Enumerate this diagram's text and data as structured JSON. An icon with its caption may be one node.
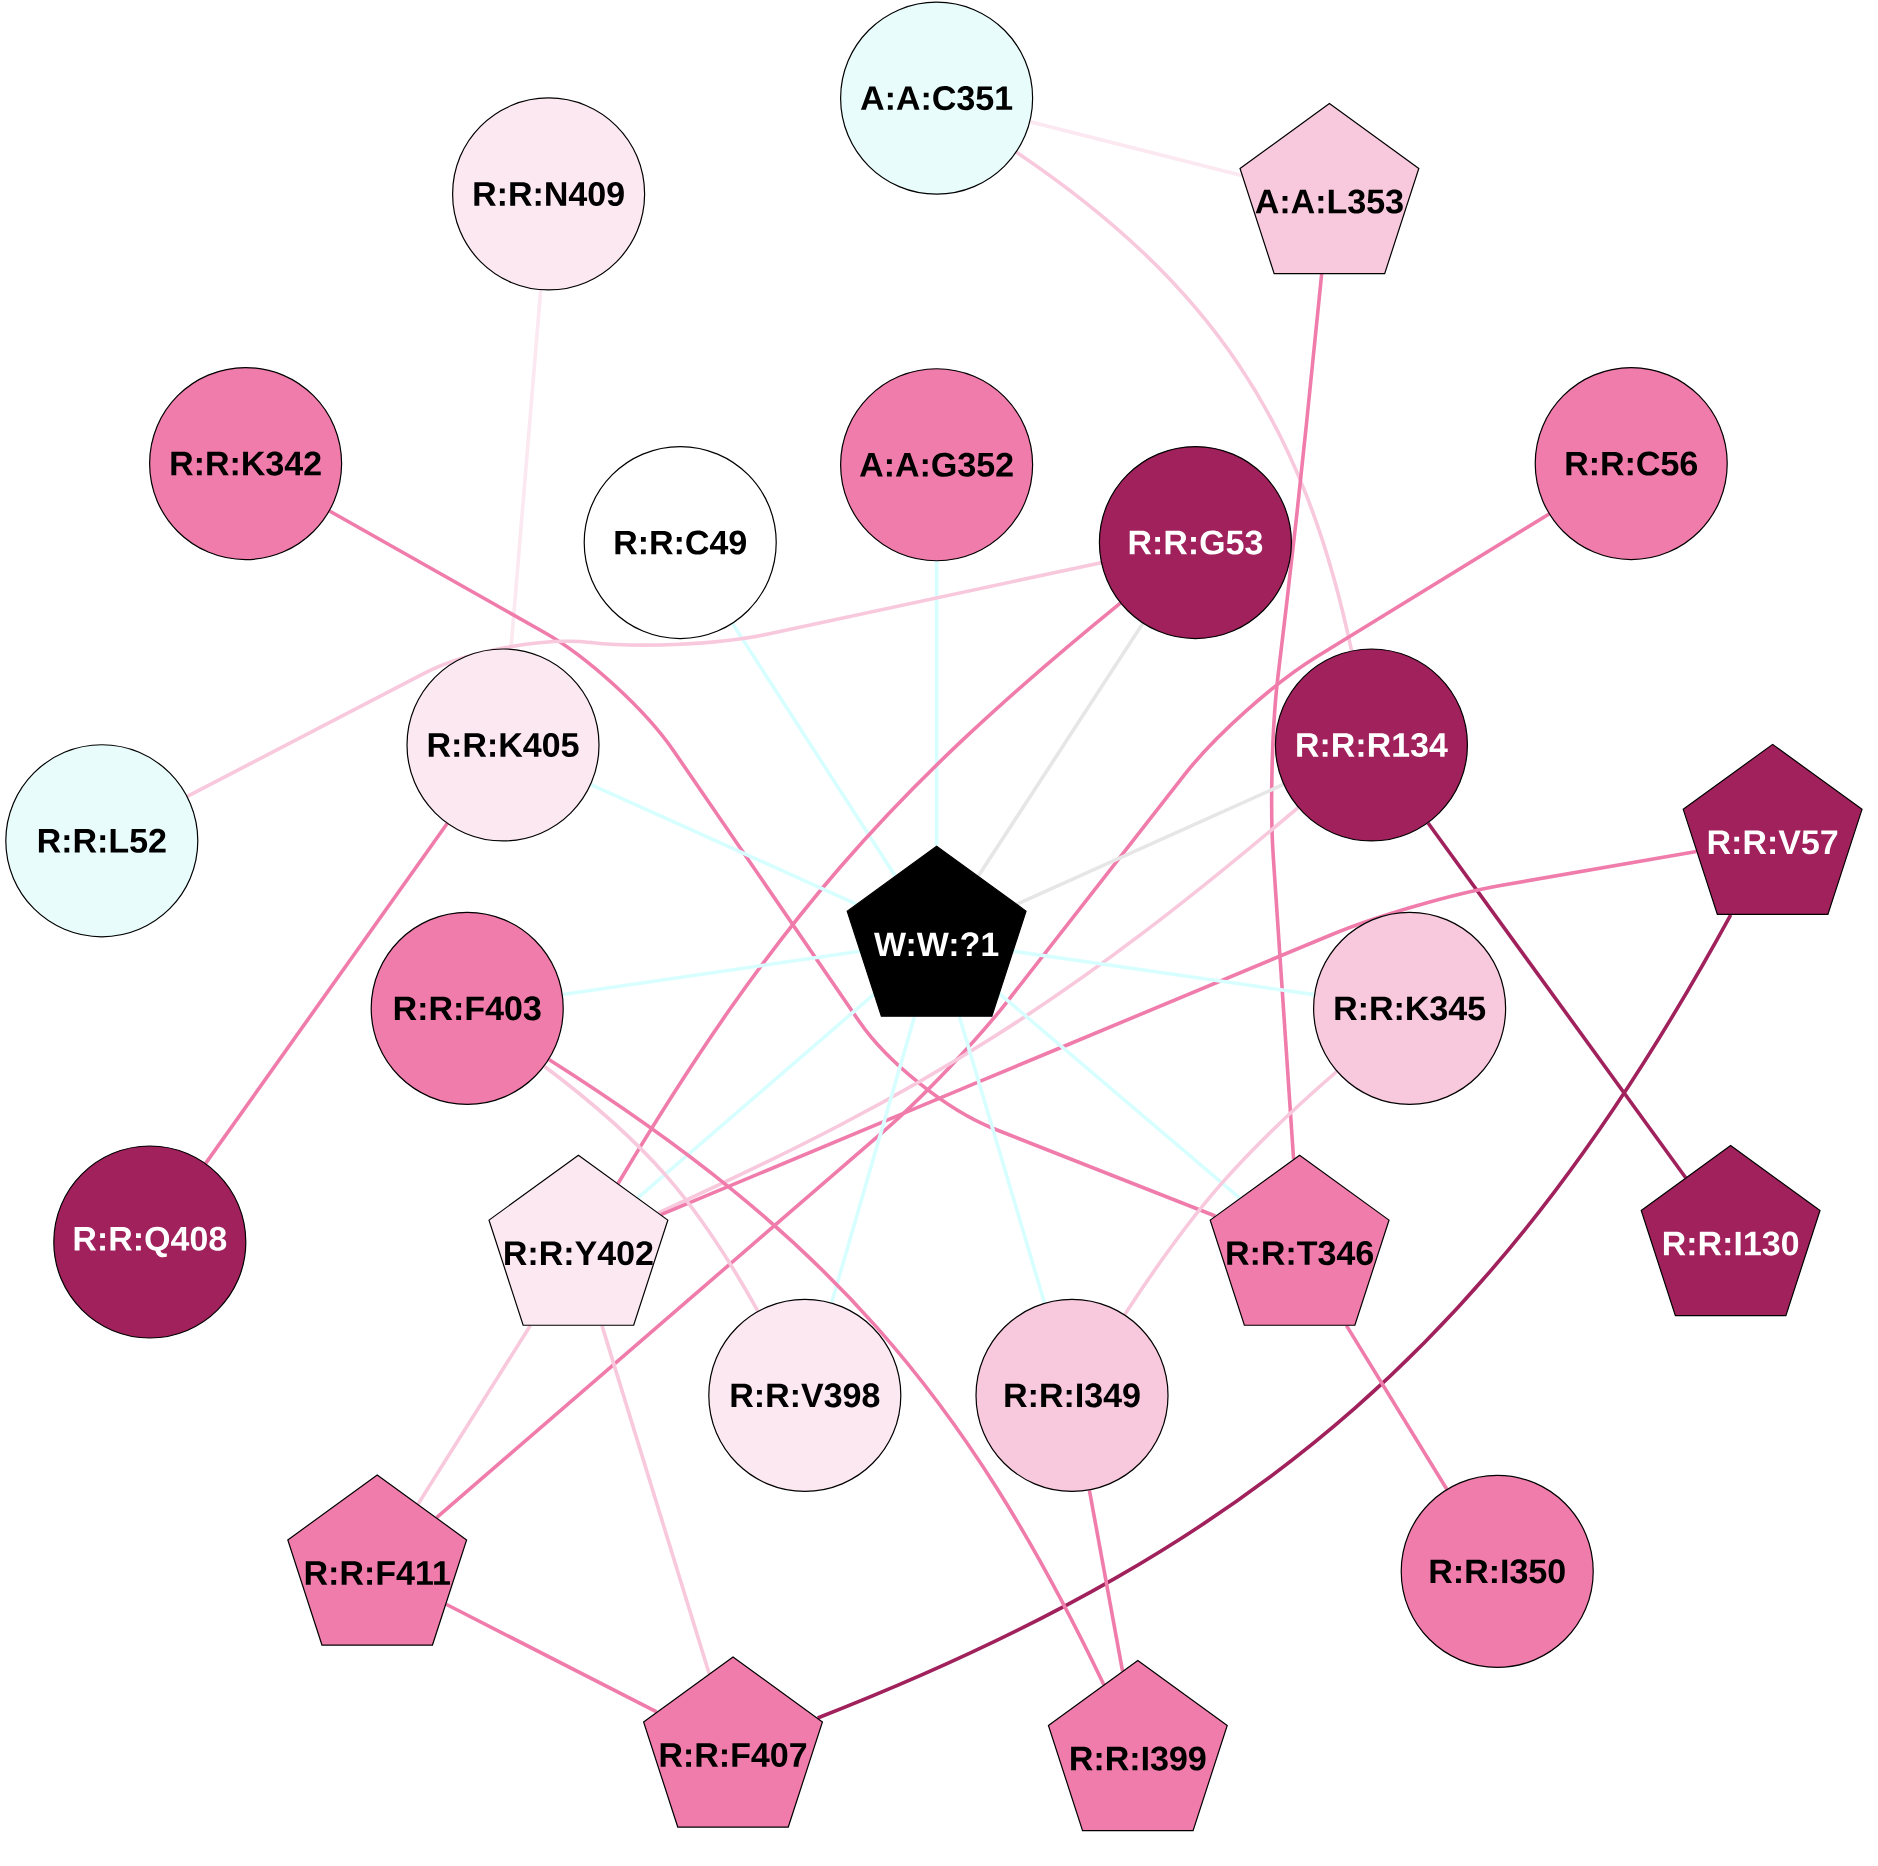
{
  "diagram": {
    "nodes": [
      {
        "text": [
          "A:A:C351"
        ]
      },
      {
        "text": [
          "A:A:L353"
        ]
      },
      {
        "text": [
          "R:R:N409"
        ]
      },
      {
        "text": [
          "R:R:K342"
        ]
      },
      {
        "text": [
          "A:A:G352"
        ]
      },
      {
        "text": [
          "R:R:C49"
        ]
      },
      {
        "text": [
          "R:R:G53"
        ]
      },
      {
        "text": [
          "R:R:C56"
        ]
      },
      {
        "text": [
          "R:R:R134"
        ]
      },
      {
        "text": [
          "R:R:K405"
        ]
      },
      {
        "text": [
          "R:R:L52"
        ]
      },
      {
        "text": [
          "R:R:V57"
        ]
      },
      {
        "text": [
          "W:W:?1"
        ]
      },
      {
        "text": [
          "R:R:F403"
        ]
      },
      {
        "text": [
          "R:R:K345"
        ]
      },
      {
        "text": [
          "R:R:Q408"
        ]
      },
      {
        "text": [
          "R:R:Y402"
        ]
      },
      {
        "text": [
          "R:R:T346"
        ]
      },
      {
        "text": [
          "R:R:I130"
        ]
      },
      {
        "text": [
          "R:R:V398"
        ]
      },
      {
        "text": [
          "R:R:I349"
        ]
      },
      {
        "text": [
          "R:R:F411"
        ]
      },
      {
        "text": [
          "R:R:I350"
        ]
      },
      {
        "text": [
          "R:R:F407"
        ]
      },
      {
        "text": [
          "R:R:I399"
        ]
      }
    ],
    "edges": [
      {
        "from": 0,
        "to": 1,
        "arrow": "none",
        "color": "#fbe8f0"
      },
      {
        "from": 0,
        "to": 8,
        "arrow": "none",
        "color": "#f8c8dc"
      },
      {
        "from": 1,
        "to": 17,
        "arrow": "none"
      },
      {
        "from": 2,
        "to": 9,
        "arrow": "none",
        "color": "#fbe8f0"
      },
      {
        "from": 3,
        "to": 17,
        "arrow": "none"
      },
      {
        "from": 4,
        "to": 12,
        "arrow": "none",
        "color": "#d8ffff"
      },
      {
        "from": 5,
        "to": 12,
        "arrow": "none",
        "color": "#d8ffff"
      },
      {
        "from": 6,
        "to": 10,
        "arrow": "none",
        "color": "#f8c8dc"
      },
      {
        "from": 6,
        "to": 16,
        "arrow": "none"
      },
      {
        "from": 6,
        "to": 12,
        "arrow": "none",
        "color": "#e6e6e6"
      },
      {
        "from": 7,
        "to": 21,
        "arrow": "none"
      },
      {
        "from": 8,
        "to": 12,
        "arrow": "none",
        "color": "#e6e6e6"
      },
      {
        "from": 8,
        "to": 18,
        "arrow": "none",
        "color": "#a0215c"
      },
      {
        "from": 8,
        "to": 16,
        "arrow": "none",
        "color": "#f8c8dc"
      },
      {
        "from": 9,
        "to": 12,
        "arrow": "none",
        "color": "#d8ffff"
      },
      {
        "from": 9,
        "to": 15,
        "arrow": "none"
      },
      {
        "from": 11,
        "to": 16,
        "arrow": "none"
      },
      {
        "from": 11,
        "to": 23,
        "arrow": "none",
        "color": "#a0215c"
      },
      {
        "from": 12,
        "to": 13,
        "arrow": "none",
        "color": "#d8ffff"
      },
      {
        "from": 12,
        "to": 14,
        "arrow": "none",
        "color": "#d8ffff"
      },
      {
        "from": 12,
        "to": 16,
        "arrow": "none",
        "color": "#d8ffff"
      },
      {
        "from": 12,
        "to": 19,
        "arrow": "none",
        "color": "#d8ffff"
      },
      {
        "from": 12,
        "to": 20,
        "arrow": "none",
        "color": "#d8ffff"
      },
      {
        "from": 12,
        "to": 17,
        "arrow": "none",
        "color": "#d8ffff"
      },
      {
        "from": 13,
        "to": 19,
        "arrow": "none",
        "color": "#f8c8dc"
      },
      {
        "from": 13,
        "to": 24,
        "arrow": "none"
      },
      {
        "from": 14,
        "to": 20,
        "arrow": "none",
        "color": "#f8c8dc"
      },
      {
        "from": 16,
        "to": 21,
        "arrow": "none",
        "color": "#f8c8dc"
      },
      {
        "from": 16,
        "to": 23,
        "arrow": "none",
        "color": "#f8c8dc"
      },
      {
        "from": 17,
        "to": 22,
        "arrow": "none"
      },
      {
        "from": 20,
        "to": 24,
        "arrow": "none"
      },
      {
        "from": 21,
        "to": 23,
        "arrow": "none"
      }
    ]
  }
}
